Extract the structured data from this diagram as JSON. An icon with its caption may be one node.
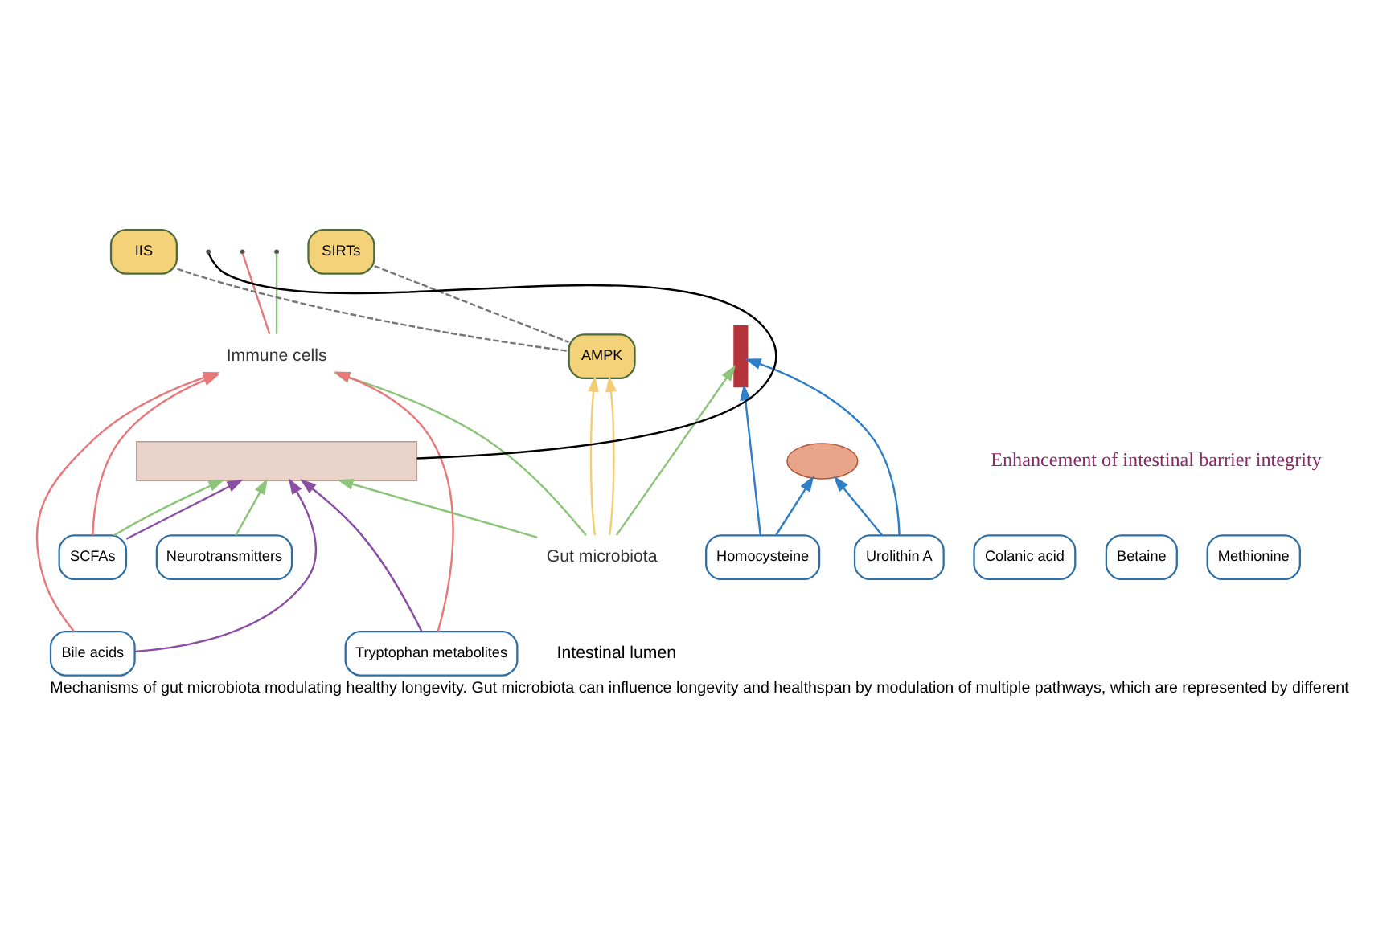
{
  "diagram": {
    "caption": "Mechanisms of gut microbiota modulating healthy longevity. Gut microbiota can influence longevity and healthspan by modulation of multiple pathways, which are represented by different",
    "nodes": [
      {
        "text": [
          "Immune cells"
        ]
      },
      {
        "text": [
          "SIRTs"
        ]
      },
      {
        "text": [
          "IIS"
        ]
      },
      {
        "text": [
          "AMPK"
        ]
      },
      {
        "text": [],
        "shape": "bar"
      },
      {
        "text": [],
        "shape": "box"
      },
      {
        "text": [],
        "shape": "box"
      },
      {
        "text": [
          "SCFAs"
        ]
      },
      {
        "text": [
          "Neurotransmitters"
        ]
      },
      {
        "text": [
          "Colanic acid"
        ]
      },
      {
        "text": [
          "Homocysteine"
        ]
      },
      {
        "text": [
          "Urolithin A"
        ]
      },
      {
        "text": [
          "Betaine"
        ]
      },
      {
        "text": [
          "Methionine"
        ]
      },
      {
        "text": [
          "Gut microbiota"
        ]
      },
      {
        "text": [
          "Bile acids"
        ]
      },
      {
        "text": [
          "Tryptophan metabolites"
        ]
      }
    ],
    "edges": [
      {
        "from": 0,
        "to": null,
        "arrow": "none",
        "color": "#e8787a"
      },
      {
        "from": 0,
        "to": null,
        "arrow": "none",
        "color": "#8cc47a"
      },
      {
        "from": 1,
        "to": 3,
        "arrow": "none",
        "style": "dashed",
        "color": "#777777"
      },
      {
        "from": 2,
        "to": 3,
        "arrow": "none",
        "style": "dashed",
        "color": "#777777"
      },
      {
        "from": null,
        "to": 5,
        "arrow": "none",
        "color": "#000000"
      },
      {
        "from": 14,
        "to": 0,
        "arrow": "to",
        "color": "#8cc47a"
      },
      {
        "from": 14,
        "to": 3,
        "arrow": "to",
        "color": "#f2cd73"
      },
      {
        "from": 14,
        "to": 3,
        "arrow": "to",
        "color": "#f2cd73"
      },
      {
        "from": 14,
        "to": 5,
        "arrow": "to",
        "color": "#8cc47a"
      },
      {
        "from": 14,
        "to": 4,
        "arrow": "to",
        "color": "#8cc47a"
      },
      {
        "from": 7,
        "to": 5,
        "arrow": "to",
        "color": "#8cc47a"
      },
      {
        "from": 8,
        "to": 5,
        "arrow": "to",
        "color": "#8cc47a"
      },
      {
        "from": 7,
        "to": 0,
        "arrow": "to",
        "color": "#e8787a"
      },
      {
        "from": 15,
        "to": 0,
        "arrow": "to",
        "color": "#e8787a"
      },
      {
        "from": 16,
        "to": 0,
        "arrow": "to",
        "color": "#e8787a"
      },
      {
        "from": 7,
        "to": 5,
        "arrow": "to",
        "color": "#8a4fa3"
      },
      {
        "from": 15,
        "to": 5,
        "arrow": "to",
        "color": "#8a4fa3"
      },
      {
        "from": 16,
        "to": 5,
        "arrow": "to",
        "color": "#8a4fa3"
      },
      {
        "from": 11,
        "to": 6,
        "arrow": "to",
        "color": "#2f7fc8"
      },
      {
        "from": 11,
        "to": 4,
        "arrow": "to",
        "color": "#2f7fc8"
      },
      {
        "from": 10,
        "to": 6,
        "arrow": "to",
        "color": "#2f7fc8"
      },
      {
        "from": 10,
        "to": 4,
        "arrow": "to",
        "color": "#2f7fc8"
      }
    ],
    "labels": [
      "Enhancement of intestinal barrier integrity",
      "Intestinal lumen"
    ]
  }
}
